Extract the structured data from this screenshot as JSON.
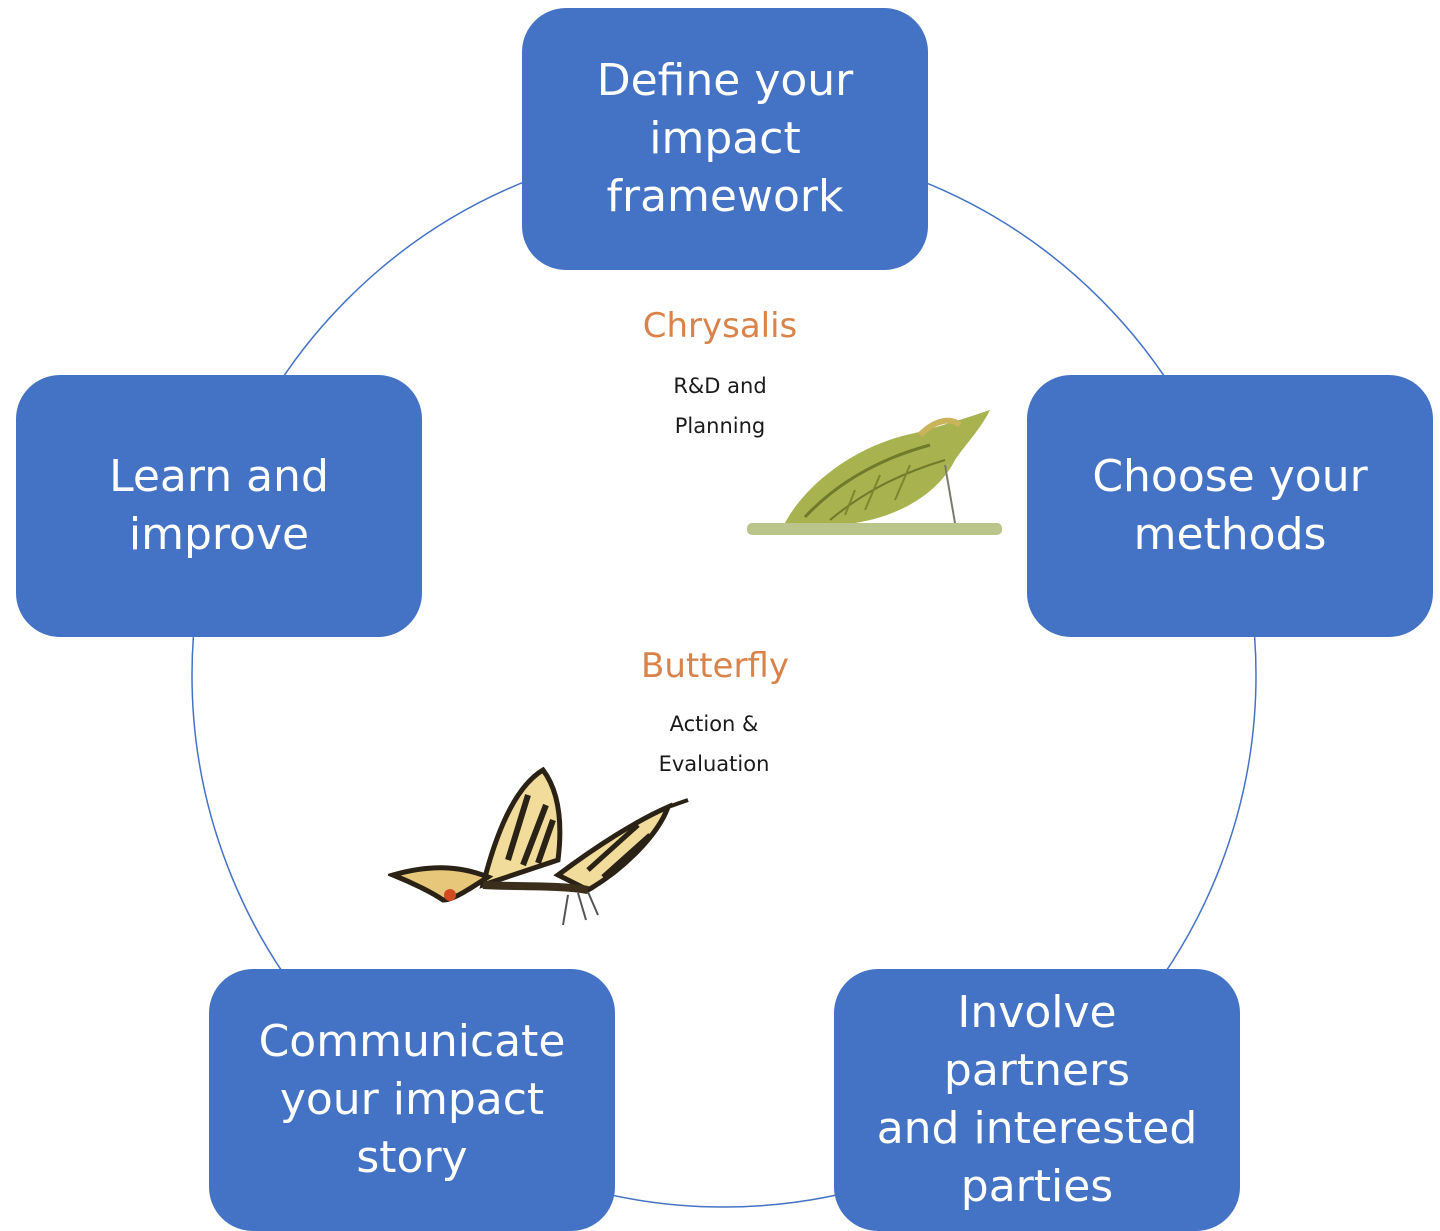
{
  "steps": [
    {
      "label": "Define your\nimpact\nframework"
    },
    {
      "label": "Choose your\nmethods"
    },
    {
      "label": "Involve partners\nand interested\nparties"
    },
    {
      "label": "Communicate\nyour impact\nstory"
    },
    {
      "label": "Learn and\nimprove"
    }
  ],
  "stages": [
    {
      "title": "Chrysalis",
      "subtitle": "R&D and\nPlanning"
    },
    {
      "title": "Butterfly",
      "subtitle": "Action &\nEvaluation"
    }
  ],
  "colors": {
    "box": "#4472c4",
    "ring": "#4472c4",
    "stage_title": "#d9834a"
  },
  "icons": [
    "chrysalis-illustration",
    "butterfly-illustration"
  ]
}
